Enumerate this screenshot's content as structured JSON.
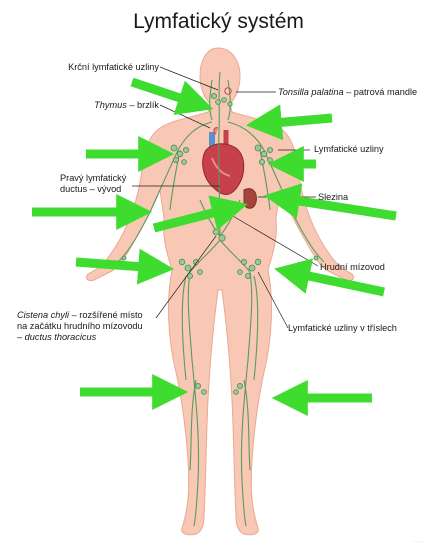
{
  "title": "Lymfatický systém",
  "colors": {
    "skin": "#f8c8b4",
    "skin_edge": "#e9a992",
    "lymph": "#5a9a5e",
    "node": "#9bc89a",
    "heart": "#c7414a",
    "vessel_blue": "#5f8fc9",
    "spleen": "#a5453a",
    "arrow": "#3ddc2f"
  },
  "labels": {
    "cervical_nodes": "Krční lymfatické uzliny",
    "thymus_term": "Thymus",
    "thymus_rest": " – brzlík",
    "tonsil_term": "Tonsilla palatina",
    "tonsil_rest": " – patrová mandle",
    "right_duct_line1": "Pravý lymfatický",
    "right_duct_line2": "ductus – vývod",
    "lymph_nodes": "Lymfatické uzliny",
    "spleen": "Slezina",
    "thoracic_duct": "Hrudní mízovod",
    "cisterna_term": "Cistena chyli",
    "cisterna_rest": " – rozšířené místo",
    "cisterna_line2": "na začátku hrudního mízovodu",
    "cisterna_line3": "– ductus thoracicus",
    "inguinal_nodes": "Lymfatické uzliny v tříslech"
  },
  "credit": "· · ·"
}
